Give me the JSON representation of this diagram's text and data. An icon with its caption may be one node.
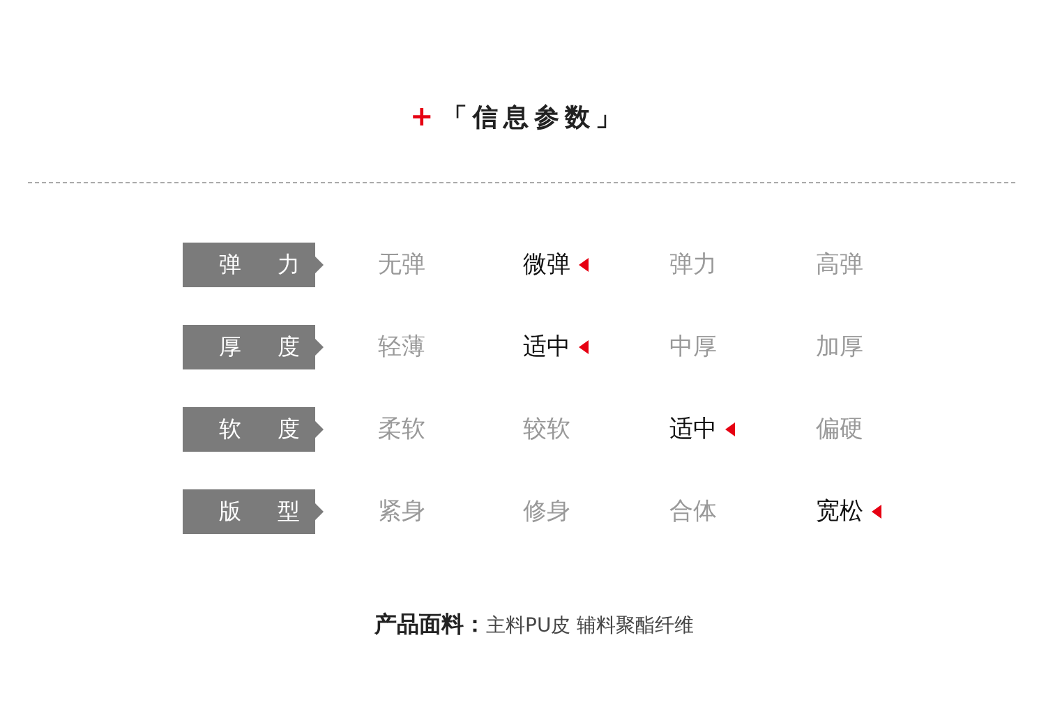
{
  "diagram": {
    "title": "「信息参数」",
    "nodes": [
      {
        "text": [
          "弹力"
        ]
      },
      {
        "text": [
          "厚度"
        ]
      },
      {
        "text": [
          "软度"
        ]
      },
      {
        "text": [
          "版型"
        ]
      }
    ],
    "labels": [
      "+",
      "无弹",
      "微弹",
      "弹力",
      "高弹",
      "轻薄",
      "适中",
      "中厚",
      "加厚",
      "柔软",
      "较软",
      "适中",
      "偏硬",
      "紧身",
      "修身",
      "合体",
      "宽松",
      "**产品面料：**主料PU皮 辅料聚酯纤维"
    ]
  }
}
